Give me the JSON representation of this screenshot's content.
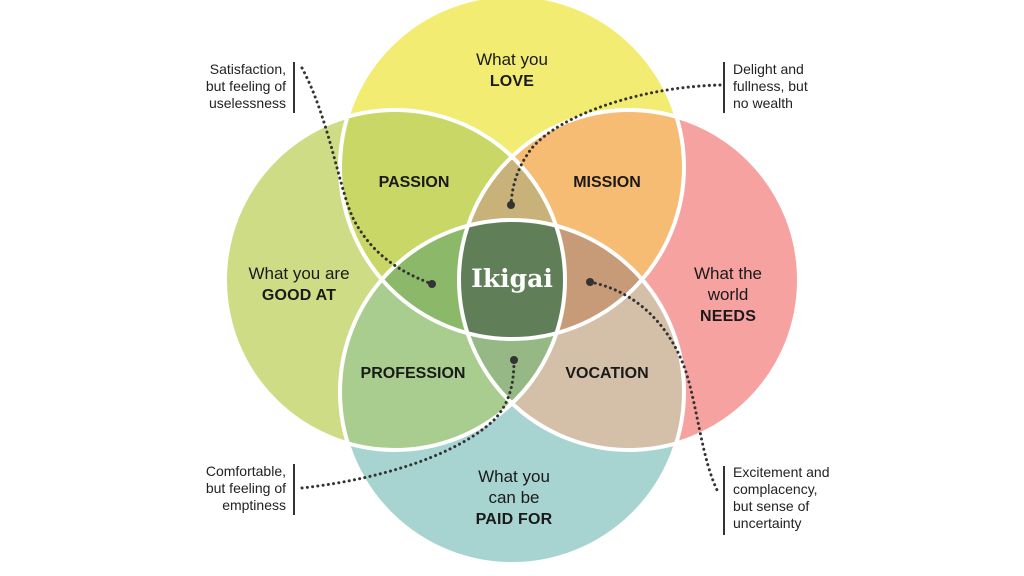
{
  "colors": {
    "love": "#f3ec72",
    "good_at": "#cfdc86",
    "needs": "#f6a2a0",
    "paid_for": "#a7d4d0",
    "passion": "#c8d765",
    "mission": "#f7bc74",
    "profession": "#a9cd8e",
    "vocation": "#d4c0a8",
    "center": "#607f58",
    "outline": "#ffffff"
  },
  "circles": {
    "love": {
      "line1": "What you",
      "bold": "LOVE"
    },
    "good_at": {
      "line1": "What you are",
      "bold": "GOOD AT"
    },
    "needs": {
      "line1": "What the",
      "line2": "world",
      "bold": "NEEDS"
    },
    "paid_for": {
      "line1": "What you",
      "line2": "can be",
      "bold": "PAID FOR"
    }
  },
  "overlaps": {
    "passion": "PASSION",
    "mission": "MISSION",
    "profession": "PROFESSION",
    "vocation": "VOCATION"
  },
  "center": "Ikigai",
  "notes": {
    "top_left": [
      "Satisfaction,",
      "but feeling of",
      "uselessness"
    ],
    "top_right": [
      "Delight and",
      "fullness, but",
      "no wealth"
    ],
    "bottom_left": [
      "Comfortable,",
      "but feeling of",
      "emptiness"
    ],
    "bottom_right": [
      "Excitement and",
      "complacency,",
      "but sense of",
      "uncertainty"
    ]
  }
}
